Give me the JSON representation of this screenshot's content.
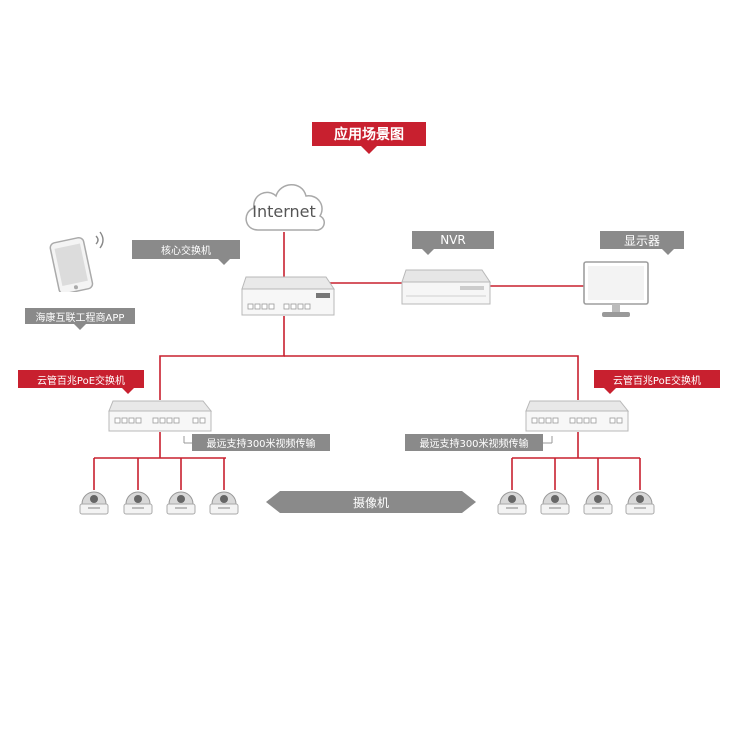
{
  "diagram": {
    "title": "应用场景图",
    "internet_label": "Internet",
    "nvr_label": "NVR",
    "monitor_label": "显示器",
    "core_switch_label": "核心交换机",
    "app_label": "海康互联工程商APP",
    "poe_switch_left_label": "云管百兆PoE交换机",
    "poe_switch_right_label": "云管百兆PoE交换机",
    "transmission_left_label": "最远支持300米视频传输",
    "transmission_right_label": "最远支持300米视频传输",
    "camera_label": "摄像机",
    "colors": {
      "accent": "#c8202f",
      "label_gray": "#8a8a8a",
      "device_border": "#b8b8b8"
    }
  }
}
